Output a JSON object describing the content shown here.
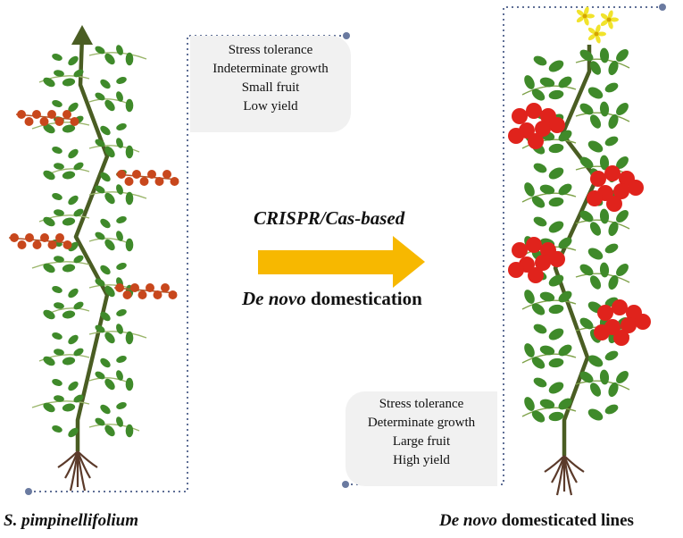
{
  "left_plant": {
    "caption": "S. pimpinellifolium",
    "traits": [
      "Stress tolerance",
      "Indeterminate growth",
      "Small fruit",
      "Low yield"
    ]
  },
  "right_plant": {
    "caption_italic": "De novo",
    "caption_rest": " domesticated lines",
    "traits": [
      "Stress tolerance",
      "Determinate growth",
      "Large fruit",
      "High yield"
    ]
  },
  "process": {
    "method_label": "CRISPR/Cas-based",
    "result_label_italic": "De novo",
    "result_label_rest": " domestication",
    "arrow_color": "#f7b800"
  },
  "colors": {
    "stem": "#4a5d23",
    "leaf": "#3f8a2a",
    "small_fruit": "#c8471c",
    "large_fruit": "#e0231c",
    "flower": "#f1e32c",
    "root": "#5b3a2a",
    "dotted_line": "#5f6f96"
  }
}
